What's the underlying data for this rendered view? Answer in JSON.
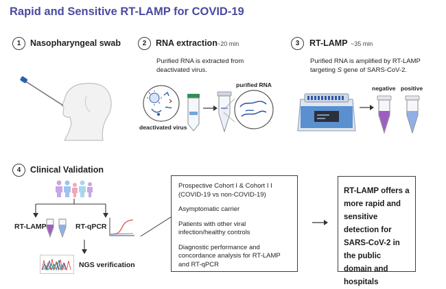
{
  "title": "Rapid and Sensitive RT-LAMP for COVID-19",
  "steps": [
    {
      "num": "1",
      "title": "Nasopharyngeal swab",
      "icon": "swab-head-icon"
    },
    {
      "num": "2",
      "title": "RNA extraction",
      "duration": "~20 min",
      "description": "Purified RNA is extracted from deactivated virus.",
      "labels": {
        "virus": "deactivated virus",
        "rna": "purified RNA"
      }
    },
    {
      "num": "3",
      "title": "RT-LAMP",
      "duration": "~35 min",
      "description_line1": "Purified RNA is amplified by RT-LAMP",
      "description_pre": "targeting ",
      "description_gene": "S",
      "description_post": " gene of SARS-CoV-2.",
      "labels": {
        "negative": "negative",
        "positive": "positive"
      }
    },
    {
      "num": "4",
      "title": "Clinical Validation",
      "labels": {
        "rtlamp": "RT-LAMP",
        "rtqpcr": "RT-qPCR",
        "ngs": "NGS verification"
      }
    }
  ],
  "cohort_items": [
    "Prospective Cohort I & Cohort I I (COVID-19 vs non-COVID-19)",
    "Asymptomatic carrier",
    "Patients with other viral infection/healthy controls",
    "Diagnostic performance and concordance analysis for RT-LAMP and RT-qPCR"
  ],
  "conclusion": "RT-LAMP offers a more rapid and sensitive detection for SARS-CoV-2 in the public domain and hospitals",
  "colors": {
    "title": "#4a4aa0",
    "negative_tube": "#9b5fc0",
    "positive_tube": "#8fb0e6",
    "people": [
      "#c9a6e4",
      "#9ec4ee",
      "#f2a7b5",
      "#a9d5ef"
    ]
  }
}
